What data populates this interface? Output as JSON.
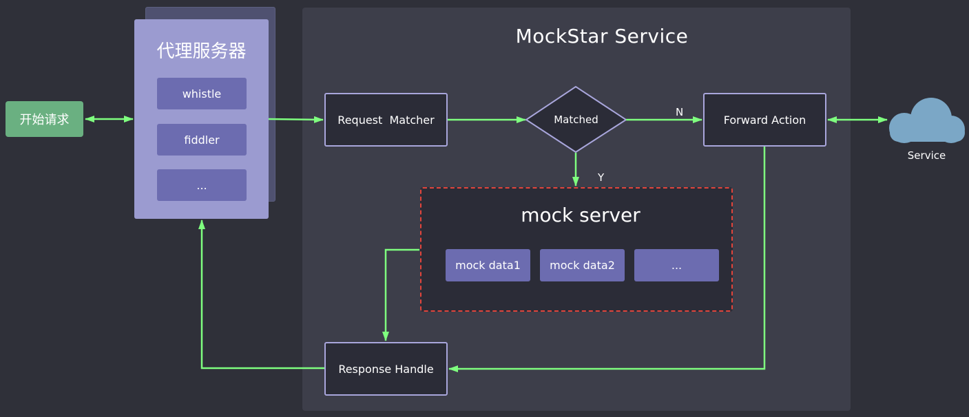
{
  "colors": {
    "background": "#2f3039",
    "panel": "#3d3e4a",
    "arrow": "#7fff7f",
    "node_border": "#a9a6dc",
    "chip": "#6c6cb0",
    "proxy": "#9b9bd0",
    "start": "#6ab081",
    "mock_border": "#e2443b",
    "cloud": "#7ba7c6"
  },
  "start_node": "开始请求",
  "proxy": {
    "title": "代理服务器",
    "items": [
      "whistle",
      "fiddler",
      "..."
    ]
  },
  "service_panel": {
    "title": "MockStar Service"
  },
  "nodes": {
    "request_matcher": "Request  Matcher",
    "matched": "Matched",
    "forward_action": "Forward Action",
    "response_handle": "Response Handle"
  },
  "mock_server": {
    "title": "mock server",
    "items": [
      "mock data1",
      "mock data2",
      "..."
    ]
  },
  "edge_labels": {
    "no": "N",
    "yes": "Y"
  },
  "external": {
    "service_label": "Service",
    "icon": "cloud-icon"
  }
}
